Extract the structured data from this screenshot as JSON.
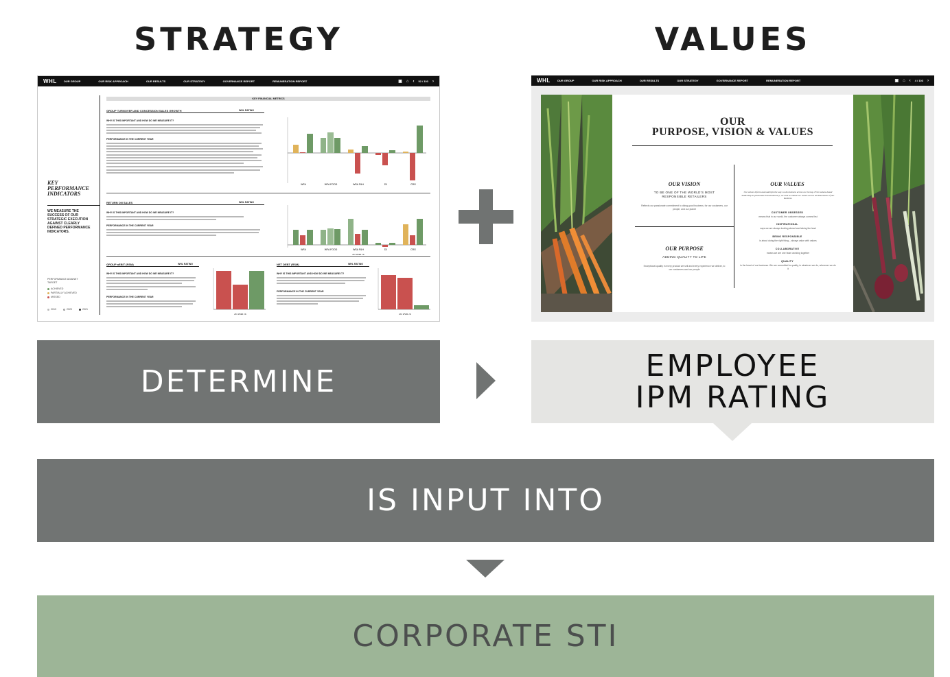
{
  "headings": {
    "strategy": "STRATEGY",
    "values": "VALUES"
  },
  "flow": {
    "determine": "DETERMINE",
    "employee_line1": "EMPLOYEE",
    "employee_line2": "IPM RATING",
    "input": "IS INPUT INTO",
    "sti": "CORPORATE STI"
  },
  "strategy_doc": {
    "logo": "WHL",
    "nav": [
      "OUR GROUP",
      "OUR RISK APPROACH",
      "OUR RESULTS",
      "OUR STRATEGY",
      "GOVERNANCE REPORT",
      "REMUNERATION REPORT"
    ],
    "pager": "52 / 103",
    "banner": "KEY FINANCIAL METRICS",
    "kpi_title": "KEY PERFORMANCE INDICATORS",
    "kpi_sub": "WE MEASURE THE SUCCESS OF OUR STRATEGIC EXECUTION AGAINST CLEARLY DEFINED PERFORMANCE INDICATORS.",
    "legend_title": "PERFORMANCE AGAINST TARGET",
    "legend": [
      "ACHIEVED",
      "PARTIALLY ACHIEVED",
      "MISSED"
    ],
    "years": [
      "2019",
      "2020",
      "2021"
    ],
    "sections": [
      {
        "title": "GROUP TURNOVER AND CONCESSION SALES GROWTH",
        "rating": "WHL RATING"
      },
      {
        "title": "RETURN ON SALES",
        "rating": "WHL RATING"
      },
      {
        "title": "GROUP aEBIT (RSM)",
        "rating": "WHL RATING"
      },
      {
        "title": "NET DEBT (RSM)",
        "rating": "WHL RATING"
      }
    ],
    "q_why": "WHY IS THIS IMPORTANT AND HOW DO WE MEASURE IT?",
    "q_perf": "PERFORMANCE IN THE CURRENT YEAR",
    "chart_cats": [
      "WFA",
      "WFA FOOD",
      "WSA F&H",
      "DJ",
      "CRG"
    ],
    "footnote": "Pre IFRS 16"
  },
  "values_doc": {
    "logo": "WHL",
    "nav": [
      "OUR GROUP",
      "OUR RISK APPROACH",
      "OUR RESULTS",
      "OUR STRATEGY",
      "GOVERNANCE REPORT",
      "REMUNERATION REPORT"
    ],
    "pager": "4 / 103",
    "title_line1": "OUR",
    "title_line2": "PURPOSE, VISION & VALUES",
    "vision_h": "OUR VISION",
    "vision_text": "TO BE ONE OF THE WORLD'S MOST RESPONSIBLE RETAILERS",
    "vision_small": "Reflects our passionate commitment to doing good business, for our customers, our people, and our planet",
    "purpose_h": "OUR PURPOSE",
    "purpose_text": "ADDING QUALITY TO LIFE",
    "purpose_small": "Exceptional quality in every product we sell and every experience we deliver, to our customers and our people",
    "values_h": "OUR VALUES",
    "values_intro": "Our values inform and underpin the way we do business across our Group. From values-based leadership to passionate brand advocacy, we seek to embed our values across all dimensions of our business.",
    "values": [
      {
        "name": "CUSTOMER OBSESSED",
        "desc": "means that in our world, the customer always comes first"
      },
      {
        "name": "INSPIRATIONAL",
        "desc": "says we are always looking ahead and taking the lead"
      },
      {
        "name": "BEING RESPONSIBLE",
        "desc": "is about doing the right thing – always value with values"
      },
      {
        "name": "COLLABORATIVE",
        "desc": "means we are one team working together"
      },
      {
        "name": "QUALITY",
        "desc": "is the heart of our business. We are committed to quality, in whatever we do, wherever we do it"
      }
    ]
  },
  "colors": {
    "achieved": "#6e9a66",
    "partial": "#e0b35a",
    "missed": "#c9514f",
    "box_dark": "#717473",
    "box_light": "#e5e5e3",
    "box_green": "#9db597"
  }
}
